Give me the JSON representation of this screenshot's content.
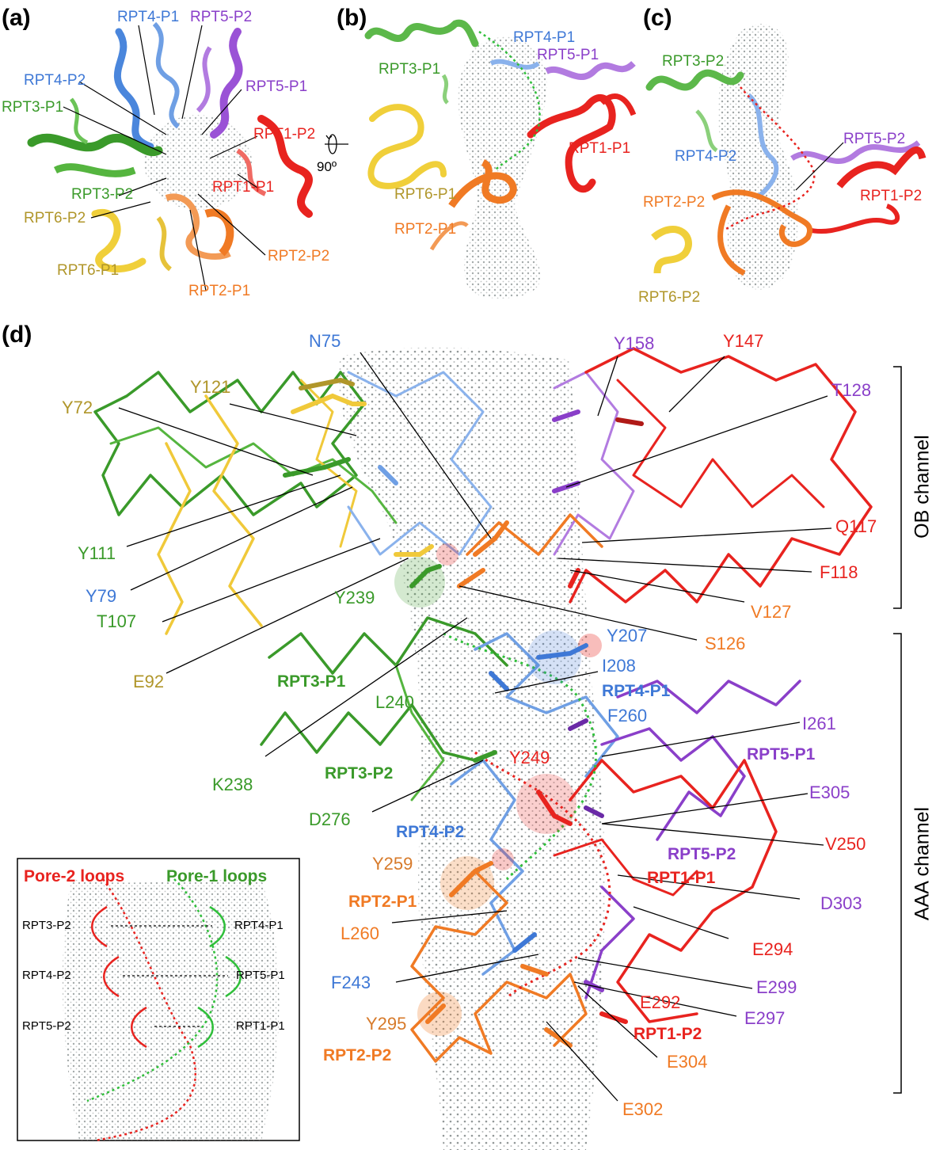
{
  "colors": {
    "RPT1": "#e8231f",
    "RPT2": "#f07a24",
    "RPT3": "#3a9a2a",
    "RPT4": "#3e78d6",
    "RPT5": "#8a3fc9",
    "RPT6": "#b0962a",
    "pore2": "#e8231f",
    "pore1": "#2fbf3a",
    "dots": "#9aa0a0"
  },
  "panels": {
    "a": "(a)",
    "b": "(b)",
    "c": "(c)",
    "d": "(d)"
  },
  "panel_a": {
    "rotation": "90º",
    "labels": {
      "rpt4_p1": "RPT4-P1",
      "rpt5_p2": "RPT5-P2",
      "rpt4_p2": "RPT4-P2",
      "rpt5_p1": "RPT5-P1",
      "rpt3_p1": "RPT3-P1",
      "rpt1_p2": "RPT1-P2",
      "rpt1_p1": "RPT1-P1",
      "rpt3_p2": "RPT3-P2",
      "rpt6_p2": "RPT6-P2",
      "rpt2_p2": "RPT2-P2",
      "rpt6_p1": "RPT6-P1",
      "rpt2_p1": "RPT2-P1"
    }
  },
  "panel_b": {
    "labels": {
      "rpt4_p1": "RPT4-P1",
      "rpt5_p1": "RPT5-P1",
      "rpt3_p1": "RPT3-P1",
      "rpt1_p1": "RPT1-P1",
      "rpt6_p1": "RPT6-P1",
      "rpt2_p1": "RPT2-P1"
    }
  },
  "panel_c": {
    "labels": {
      "rpt3_p2": "RPT3-P2",
      "rpt5_p2": "RPT5-P2",
      "rpt4_p2": "RPT4-P2",
      "rpt1_p2": "RPT1-P2",
      "rpt2_p2": "RPT2-P2",
      "rpt6_p2": "RPT6-P2"
    }
  },
  "panel_d": {
    "channels": {
      "ob": "OB channel",
      "aaa": "AAA channel"
    },
    "residues": {
      "n75": "N75",
      "y158": "Y158",
      "y147": "Y147",
      "y121": "Y121",
      "t128": "T128",
      "y72": "Y72",
      "q117": "Q117",
      "y111": "Y111",
      "f118": "F118",
      "y79": "Y79",
      "y239": "Y239",
      "v127": "V127",
      "t107": "T107",
      "y207": "Y207",
      "s126": "S126",
      "e92": "E92",
      "i208": "I208",
      "l240": "L240",
      "f260": "F260",
      "i261": "I261",
      "y249": "Y249",
      "k238": "K238",
      "e305": "E305",
      "d276": "D276",
      "v250": "V250",
      "y259": "Y259",
      "d303": "D303",
      "l260": "L260",
      "e294": "E294",
      "f243": "F243",
      "e299": "E299",
      "y295": "Y295",
      "e292": "E292",
      "e297": "E297",
      "e304": "E304",
      "e302": "E302"
    },
    "loops": {
      "rpt3_p1": "RPT3-P1",
      "rpt4_p1": "RPT4-P1",
      "rpt5_p1": "RPT5-P1",
      "rpt3_p2": "RPT3-P2",
      "rpt4_p2": "RPT4-P2",
      "rpt5_p2": "RPT5-P2",
      "rpt1_p1": "RPT1-P1",
      "rpt2_p1": "RPT2-P1",
      "rpt1_p2": "RPT1-P2",
      "rpt2_p2": "RPT2-P2"
    },
    "inset": {
      "pore2_title": "Pore-2 loops",
      "pore1_title": "Pore-1 loops",
      "left": [
        "RPT3-P2",
        "RPT4-P2",
        "RPT5-P2"
      ],
      "right": [
        "RPT4-P1",
        "RPT5-P1",
        "RPT1-P1"
      ]
    }
  }
}
